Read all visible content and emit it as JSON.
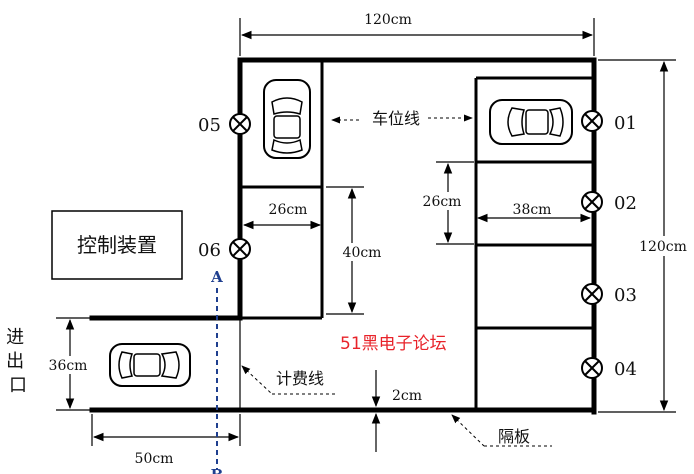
{
  "dimensions": {
    "top_width": "120cm",
    "right_height": "120cm",
    "slot_height": "26cm",
    "slot_width": "38cm",
    "left_slot_width": "26cm",
    "left_slot_height": "40cm",
    "entrance_height": "36cm",
    "entrance_length": "50cm",
    "gap": "2cm"
  },
  "labels": {
    "parking_line": "车位线",
    "billing_line": "计费线",
    "partition": "隔板",
    "entrance": "进出口",
    "controller": "控制装置",
    "watermark": "51黑电子论坛",
    "line_a": "A",
    "line_b": "B"
  },
  "lamps": [
    "01",
    "02",
    "03",
    "04",
    "05",
    "06"
  ],
  "colors": {
    "watermark": "#e8232a",
    "ab_line": "#1f3f8f",
    "structure": "#000000"
  }
}
